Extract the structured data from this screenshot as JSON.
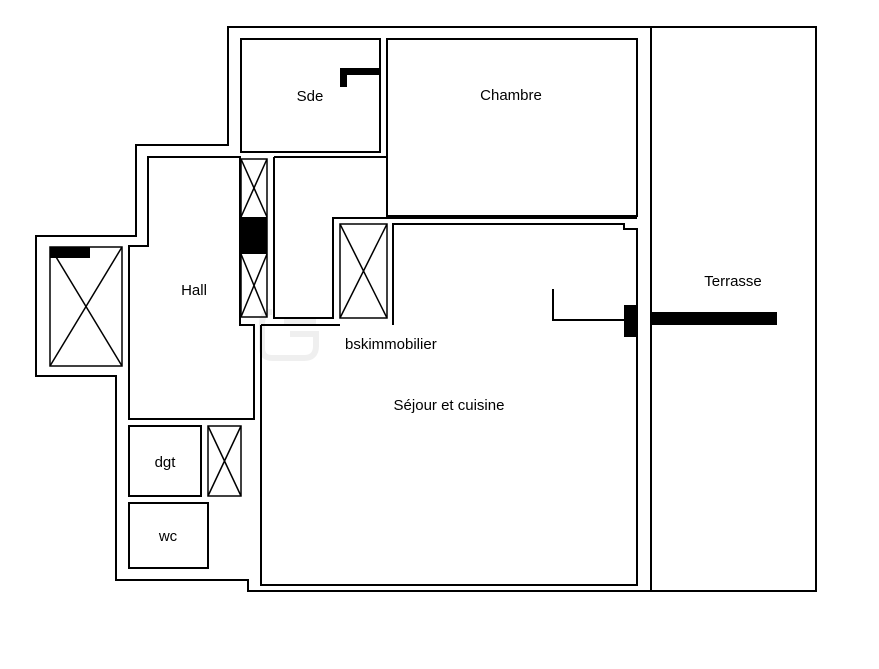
{
  "colors": {
    "background": "#ffffff",
    "ink": "#000000",
    "watermark": "#efefef"
  },
  "rooms": {
    "sde": "Sde",
    "chambre": "Chambre",
    "hall": "Hall",
    "sejour": "Séjour et cuisine",
    "terrasse": "Terrasse",
    "dgt": "dgt",
    "wc": "wc"
  },
  "watermark": {
    "text": "bskimmobilier",
    "icon": "brand-logo-icon"
  }
}
